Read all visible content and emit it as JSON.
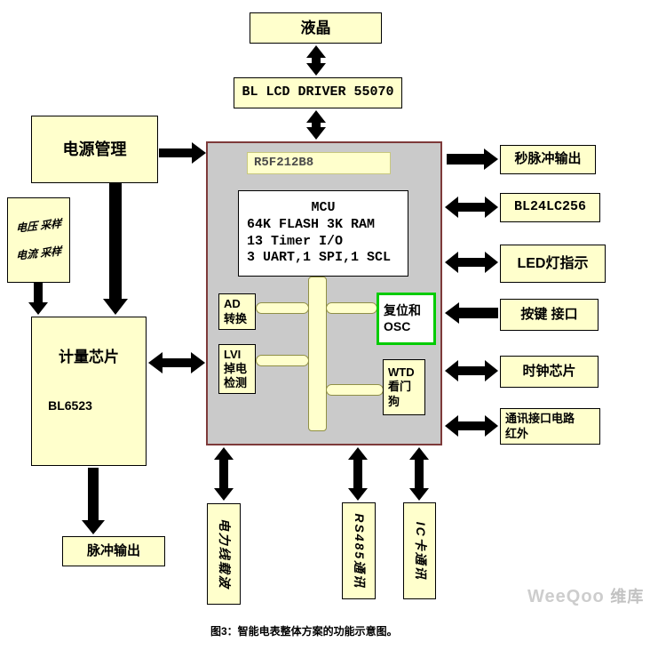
{
  "lcd": {
    "label": "液晶"
  },
  "lcd_driver": {
    "label": "BL LCD DRIVER 55070"
  },
  "mcu_panel": {
    "part": "R5F212B8",
    "spec": {
      "l1": "MCU",
      "l2": "64K FLASH 3K RAM",
      "l3": "13 Timer I/O",
      "l4": "3 UART,1 SPI,1 SCL"
    },
    "ad": {
      "l1": "AD",
      "l2": "转换"
    },
    "lvi": {
      "l1": "LVI",
      "l2": "掉电",
      "l3": "检测"
    },
    "reset": {
      "l1": "复位和",
      "l2": "OSC"
    },
    "wtd": {
      "l1": "WTD",
      "l2": "看门",
      "l3": "狗"
    }
  },
  "left": {
    "power": "电源管理",
    "sampling": {
      "l1": "电压 采样",
      "l2": "电流 采样"
    },
    "metering": {
      "title": "计量芯片",
      "part": "BL6523"
    },
    "pulse": "脉冲输出"
  },
  "right": {
    "sec_pulse": "秒脉冲输出",
    "eeprom": "BL24LC256",
    "led": "LED灯指示",
    "keys": "按键 接口",
    "rtc": "时钟芯片",
    "comm": {
      "l1": "通讯接口电路",
      "l2": "红外"
    }
  },
  "bottom": {
    "plc": "电力线载波",
    "rs485": "RS485通讯",
    "ic_card": "IC卡通讯"
  },
  "caption": "图3：智能电表整体方案的功能示意图。",
  "watermark": {
    "brand": "WeeQoo",
    "site": "维库"
  },
  "colors": {
    "box_fill": "#ffffcc",
    "panel_fill": "#cacaca",
    "panel_border": "#7e3a3a",
    "highlight_green": "#00cc00",
    "arrow": "#000000"
  }
}
